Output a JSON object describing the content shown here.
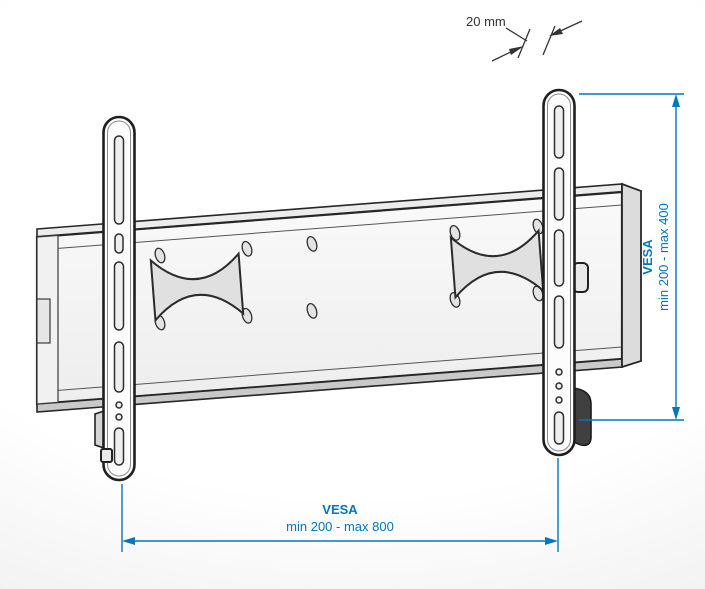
{
  "diagram": {
    "depth_dimension": {
      "label": "20 mm"
    },
    "vesa_vertical": {
      "title": "VESA",
      "range": "min 200 - max 400"
    },
    "vesa_horizontal": {
      "title": "VESA",
      "range": "min 200 - max 800"
    }
  },
  "colors": {
    "dimension_blue": "#0077be",
    "annotation_dark": "#333333"
  }
}
